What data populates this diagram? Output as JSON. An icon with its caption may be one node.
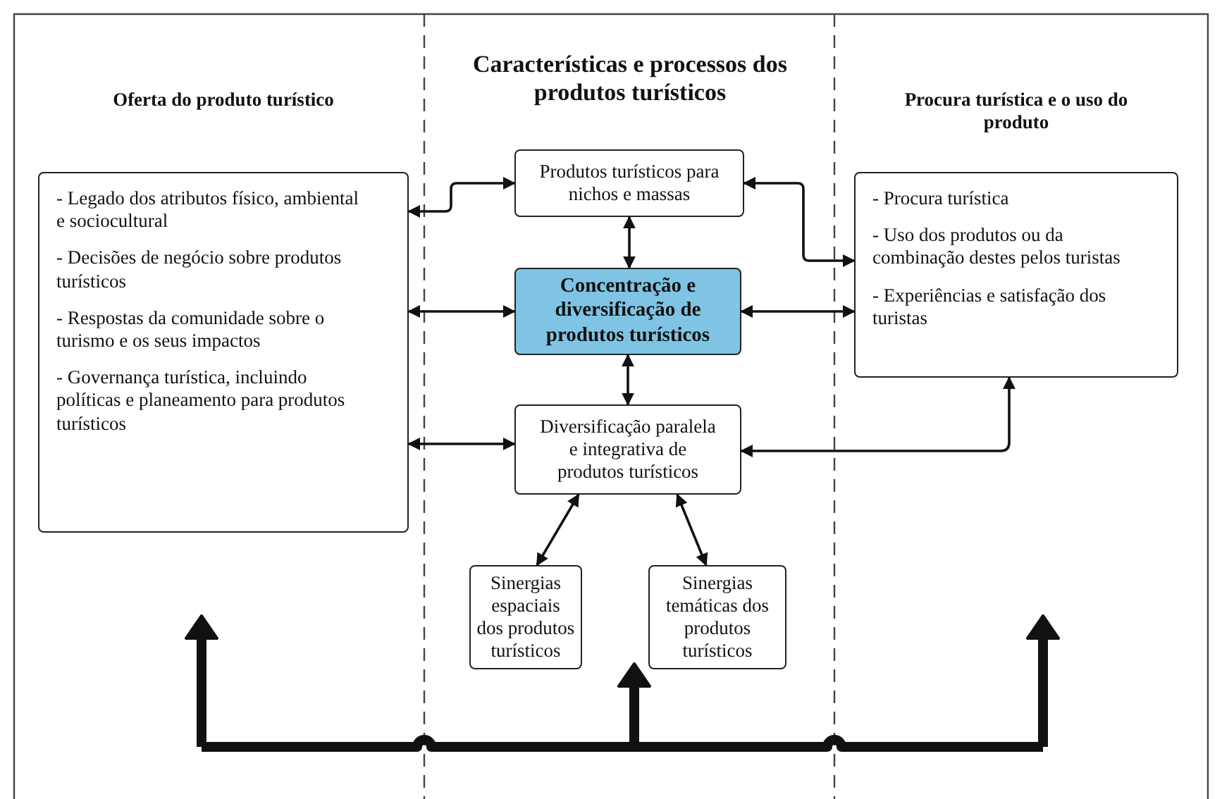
{
  "diagram": {
    "title": "Características e processos dos produtos turísticos",
    "nodes": [
      {
        "text": [
          "Oferta do produto turístico",
          "- Legado dos atributos físico, ambiental e sociocultural",
          "- Decisões de negócio  sobre produtos turísticos",
          "- Respostas da comunidade sobre o turismo  e os seus impactos",
          "- Governança turística, incluindo políticas e planeamento para produtos turísticos"
        ]
      },
      {
        "text": [
          "Procura turística e o uso do produto",
          "- Procura turística",
          "- Uso dos produtos ou da combinação destes pelos turistas",
          "- Experiências e satisfação dos turistas"
        ]
      },
      {
        "text": [
          "Produtos turísticos para nichos e massas"
        ]
      },
      {
        "text": [
          "Concentração e diversificação de produtos turísticos"
        ]
      },
      {
        "text": [
          "Diversificação paralela e integrativa de produtos turísticos"
        ]
      },
      {
        "text": [
          "Sinergias espaciais dos produtos turísticos"
        ]
      },
      {
        "text": [
          "Sinergias temáticas dos produtos turísticos"
        ]
      }
    ],
    "edges": [
      {
        "from": 0,
        "to": 2,
        "arrow": "both"
      },
      {
        "from": 2,
        "to": 1,
        "arrow": "both"
      },
      {
        "from": 0,
        "to": 3,
        "arrow": "both"
      },
      {
        "from": 3,
        "to": 1,
        "arrow": "both"
      },
      {
        "from": 0,
        "to": 4,
        "arrow": "both"
      },
      {
        "from": 4,
        "to": 1,
        "arrow": "both"
      },
      {
        "from": 2,
        "to": 3,
        "arrow": "both"
      },
      {
        "from": 3,
        "to": 4,
        "arrow": "both"
      },
      {
        "from": 4,
        "to": 5,
        "arrow": "both"
      },
      {
        "from": 4,
        "to": 6,
        "arrow": "both"
      }
    ]
  }
}
